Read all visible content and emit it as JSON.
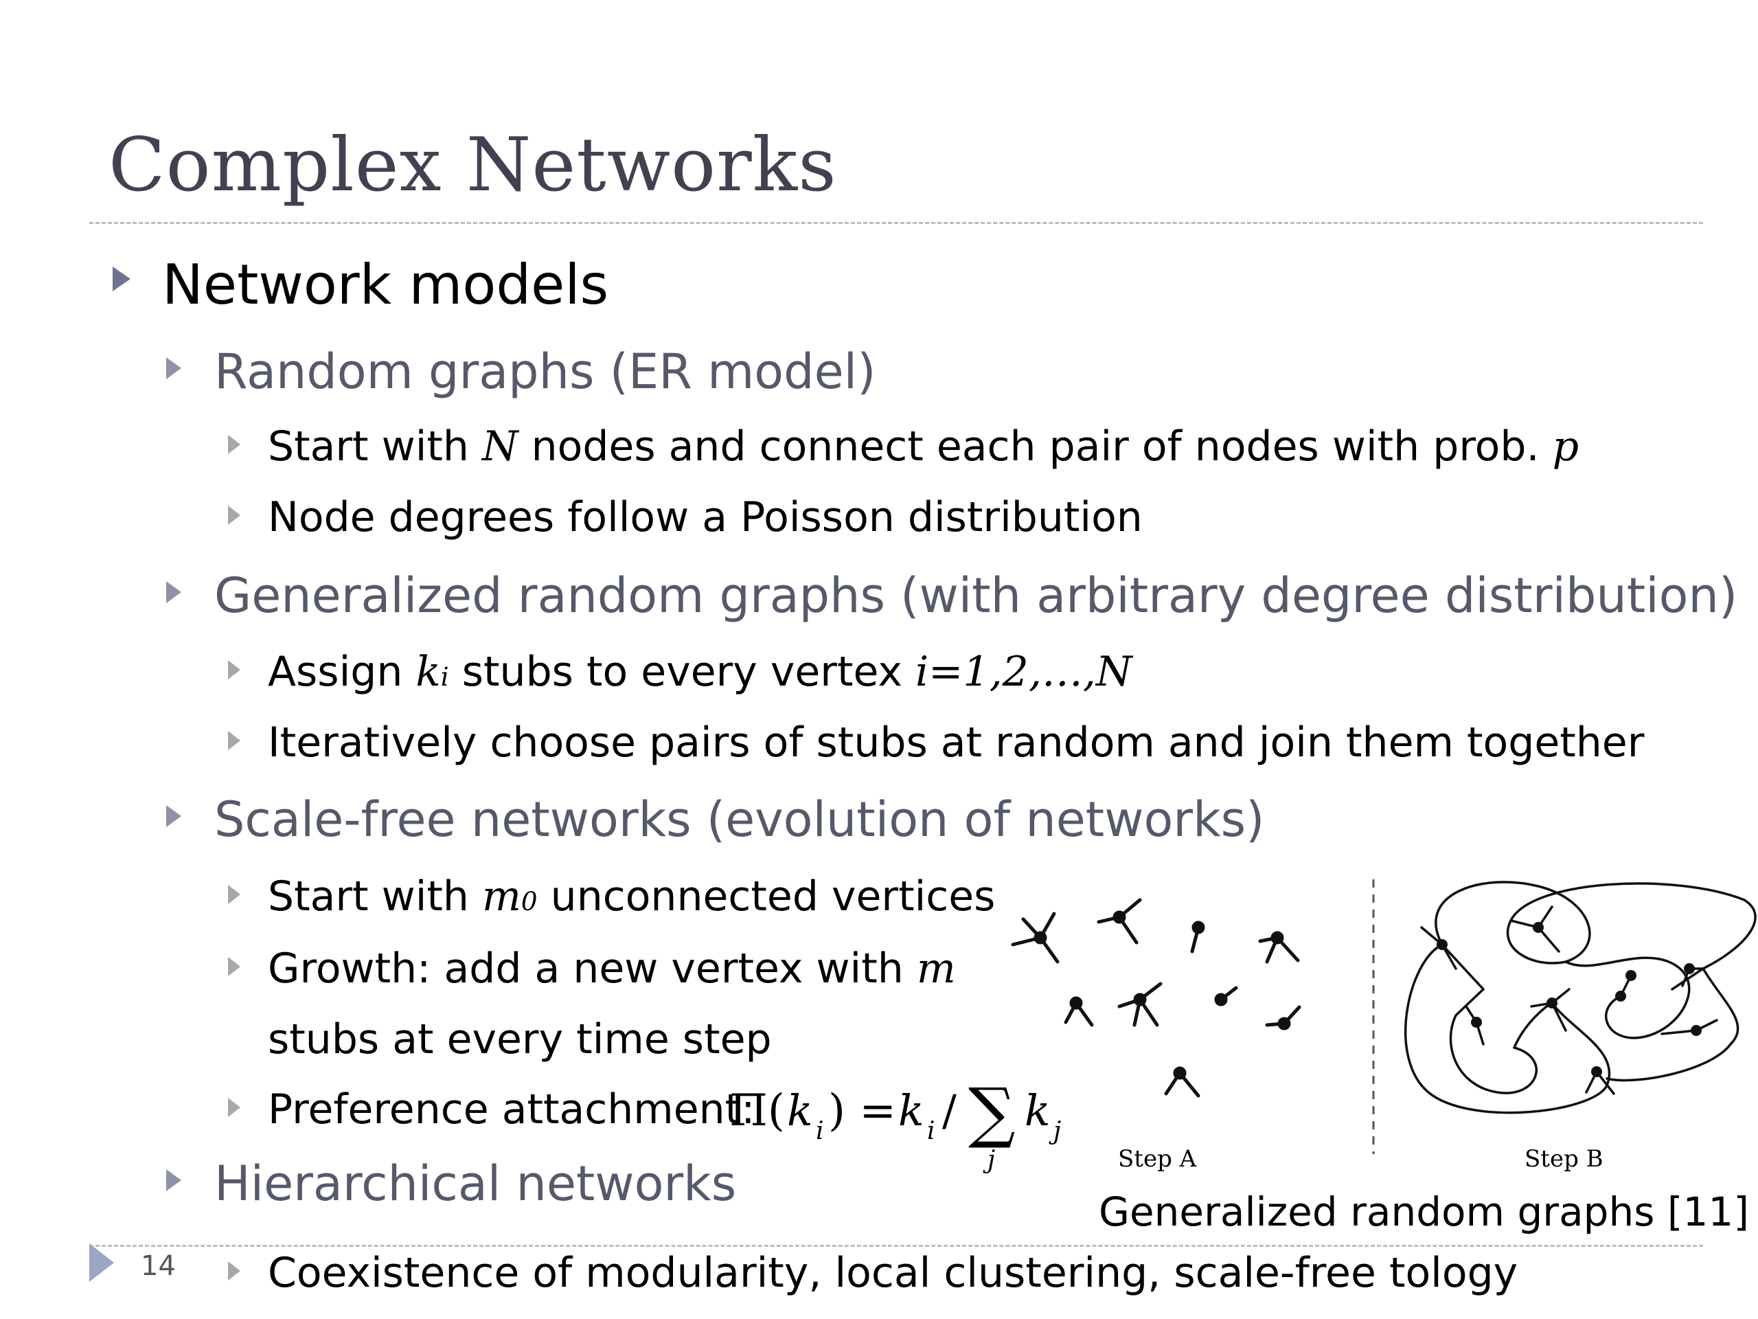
{
  "slide": {
    "title": "Complex Networks",
    "page_number": "14"
  },
  "bullets": {
    "network_models": "Network models",
    "random_graphs": "Random graphs (ER model)",
    "rg_start_pre": "Start with ",
    "rg_start_var": "N",
    "rg_start_mid": " nodes and connect each pair of nodes with prob. ",
    "rg_start_p": "p",
    "rg_poisson": "Node degrees follow a Poisson distribution",
    "generalized": "Generalized random graphs (with arbitrary degree distribution)",
    "gen_assign_pre": "Assign ",
    "gen_assign_k": "k",
    "gen_assign_i": "i",
    "gen_assign_mid": " stubs to every vertex ",
    "gen_assign_range": "i=1,2,…,N",
    "gen_iter": "Iteratively choose pairs of stubs at random and join them together",
    "scale_free": "Scale-free networks (evolution of networks)",
    "sf_start_pre": "Start with ",
    "sf_start_m": "m",
    "sf_start_0": "0",
    "sf_start_post": " unconnected vertices",
    "sf_growth_pre": "Growth: add a new vertex with ",
    "sf_growth_m": "m",
    "sf_growth_line2": "stubs at every time step",
    "sf_pref_pre": "Preference attachment: ",
    "hierarchical": "Hierarchical networks",
    "coexistence": "Coexistence of modularity, local clustering, scale-free tology"
  },
  "figure": {
    "step_a": "Step A",
    "step_b": "Step B",
    "caption": "Generalized random graphs [11]"
  }
}
